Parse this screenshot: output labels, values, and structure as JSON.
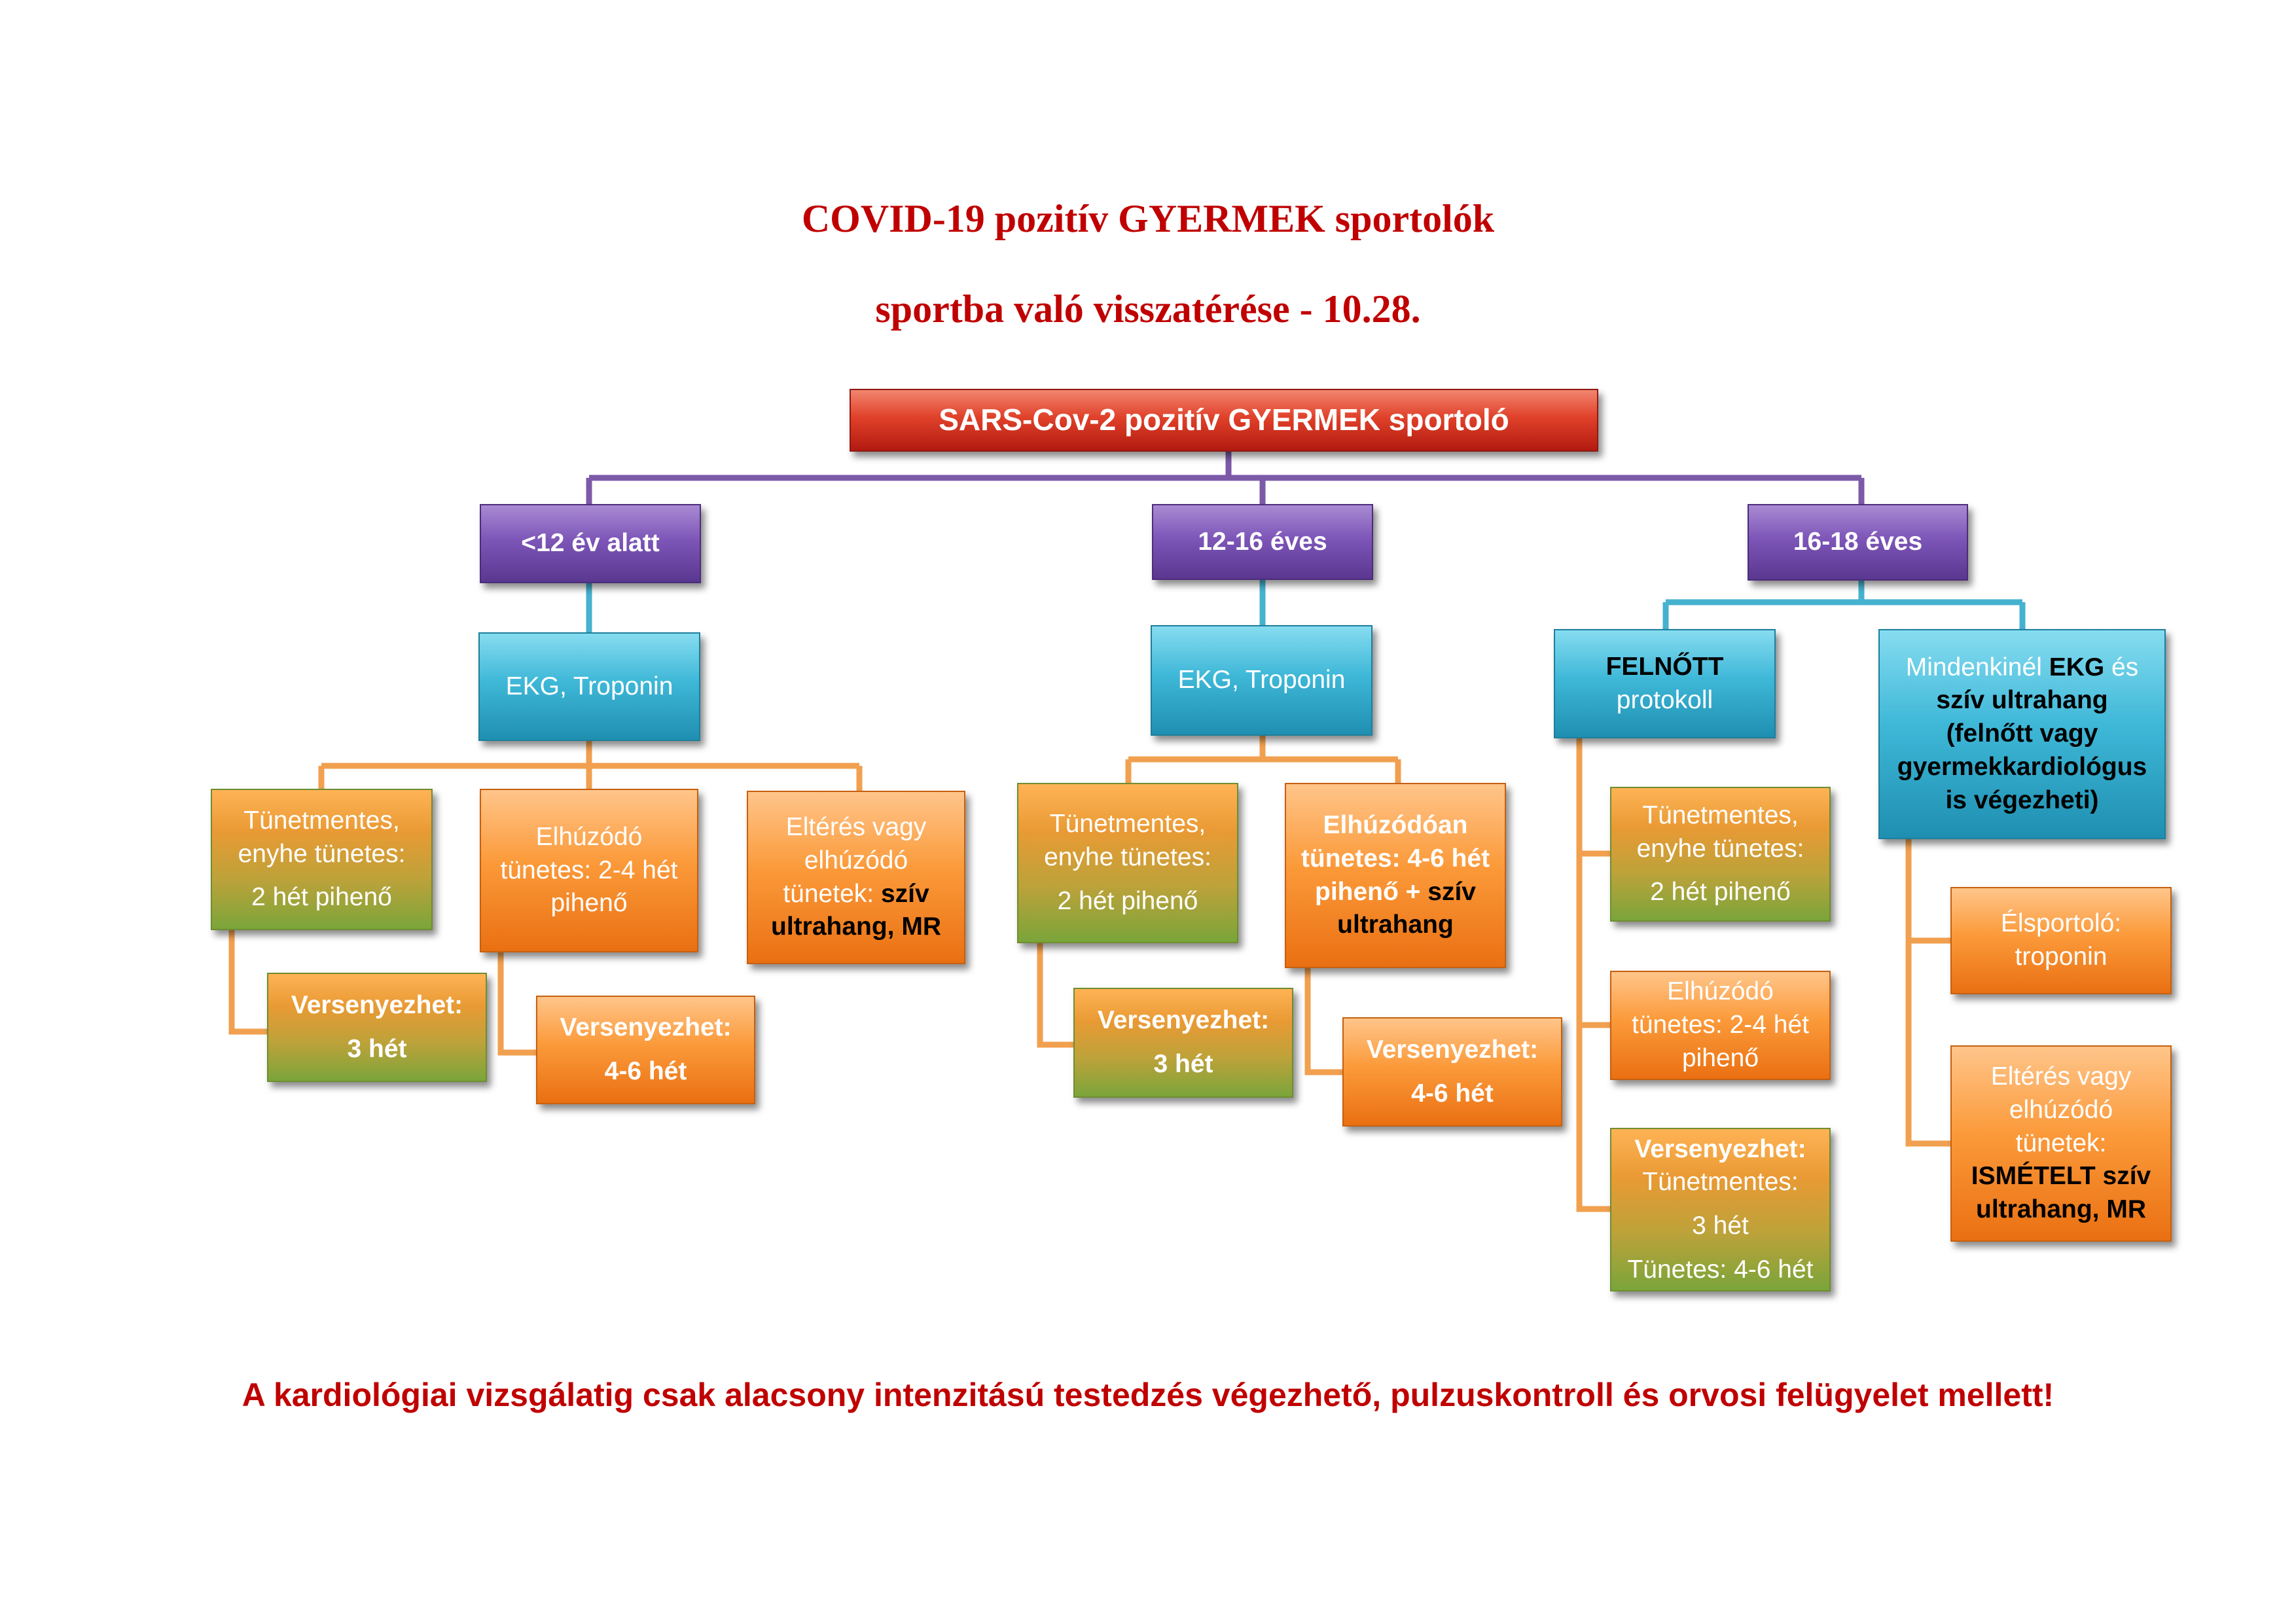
{
  "title": {
    "line1": "COVID-19 pozitív GYERMEK sportolók",
    "line2": "sportba való visszatérése - 10.28."
  },
  "root": "SARS-Cov-2 pozitív GYERMEK sportoló",
  "groups": {
    "under12": {
      "label": "<12 év alatt",
      "test": "EKG, Troponin",
      "mild": {
        "l1": "Tünetmentes,",
        "l2": "enyhe tünetes:",
        "l3": "2 hét pihenő"
      },
      "mild_compete": {
        "l1": "Versenyezhet:",
        "l2": "3 hét"
      },
      "prolonged": {
        "l1": "Elhúzódó",
        "l2": "tünetes: 2-4 hét",
        "l3": "pihenő"
      },
      "prolonged_compete": {
        "l1": "Versenyezhet:",
        "l2": "4-6 hét"
      },
      "abnormal": {
        "l1": "Eltérés vagy",
        "l2": "elhúzódó",
        "l3a": "tünetek: ",
        "l3b": "szív",
        "l4": "ultrahang, MR"
      }
    },
    "age12_16": {
      "label": "12-16 éves",
      "test": "EKG, Troponin",
      "mild": {
        "l1": "Tünetmentes,",
        "l2": "enyhe tünetes:",
        "l3": "2 hét pihenő"
      },
      "mild_compete": {
        "l1": "Versenyezhet:",
        "l2": "3 hét"
      },
      "prolonged": {
        "l1": "Elhúzódóan",
        "l2": "tünetes: 4-6 hét",
        "l3a": "pihenő",
        "l3b": " + ",
        "l3c": "szív",
        "l4": "ultrahang"
      },
      "prolonged_compete": {
        "l1": "Versenyezhet:",
        "l2": "4-6 hét"
      }
    },
    "age16_18": {
      "label": "16-18 éves",
      "adult": {
        "l1": "FELNŐTT",
        "l2": "protokoll"
      },
      "adult_mild": {
        "l1": "Tünetmentes,",
        "l2": "enyhe tünetes:",
        "l3": "2 hét pihenő"
      },
      "adult_prolonged": {
        "l1": "Elhúzódó",
        "l2": "tünetes: 2-4 hét",
        "l3": "pihenő"
      },
      "adult_compete": {
        "l1": "Versenyezhet:",
        "l2": "Tünetmentes:",
        "l3": "3 hét",
        "l4": "Tünetes: 4-6 hét"
      },
      "everyone": {
        "l1a": "Mindenkinél ",
        "l1b": "EKG",
        "l1c": " és",
        "l2": "szív ultrahang",
        "l3": "(felnőtt vagy",
        "l4": "gyermekkardiológus",
        "l5": "is végezheti)"
      },
      "elite": {
        "l1": "Élsportoló:",
        "l2": "troponin"
      },
      "abnormal": {
        "l1": "Eltérés vagy",
        "l2": "elhúzódó",
        "l3": "tünetek:",
        "l4": "ISMÉTELT szív",
        "l5": "ultrahang, MR"
      }
    }
  },
  "footer": "A kardiológiai vizsgálatig csak alacsony intenzitású testedzés végezhető, pulzuskontroll és orvosi felügyelet mellett!",
  "colors": {
    "title": "#c00000",
    "root": "#d6342a",
    "age_group": "#7d56b8",
    "test": "#3fb8d8",
    "outcome": "#fb9a3a",
    "mild_gradient_end": "#7aa53a",
    "connector_purple": "#7d5aa8",
    "connector_blue": "#45b2cf",
    "connector_orange": "#f1a04f"
  }
}
